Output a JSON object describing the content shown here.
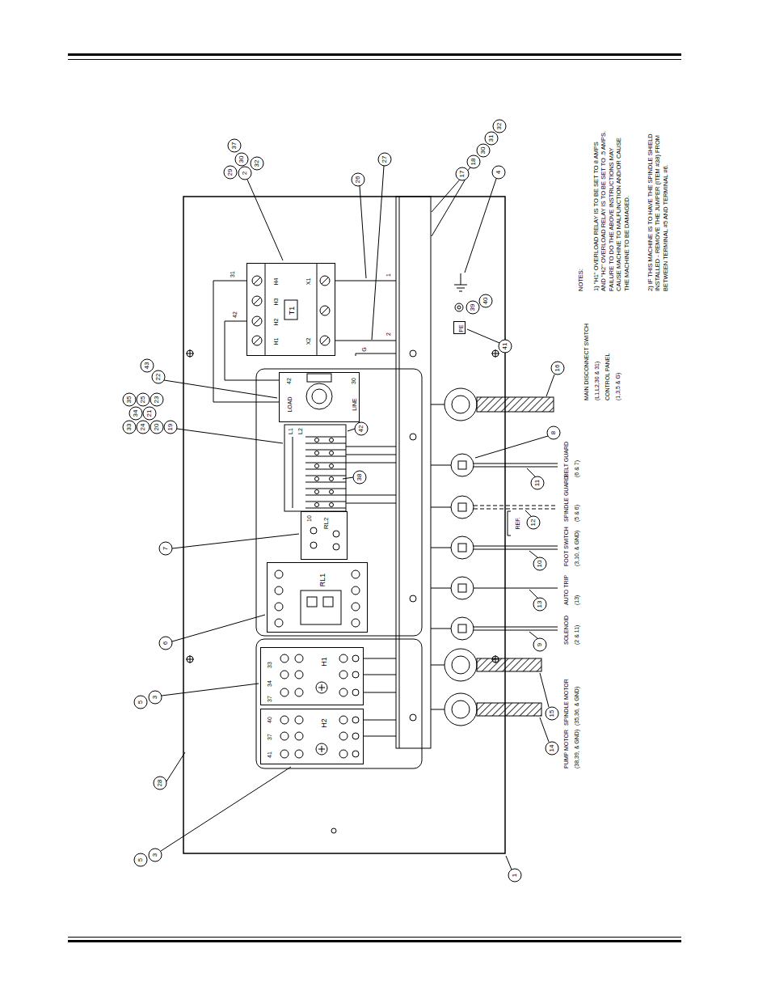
{
  "diagram": {
    "nodes": [
      {
        "text": [
          "T1",
          "H4",
          "H3",
          "H2",
          "H1",
          "X1",
          "X2"
        ]
      },
      {
        "text": [
          "LOAD",
          "LINE"
        ]
      },
      {
        "text": [
          "RL2"
        ]
      },
      {
        "text": [
          "RL1"
        ]
      },
      {
        "text": [
          "H1"
        ]
      },
      {
        "text": [
          "H2"
        ]
      },
      {
        "text": [
          "PE"
        ]
      }
    ],
    "edges": [
      {
        "from": 0,
        "to": 1,
        "arrow": "none"
      }
    ],
    "labels": [
      "37",
      "29",
      "30",
      "2",
      "32",
      "26",
      "27",
      "32",
      "31",
      "30",
      "18",
      "17",
      "4",
      "43",
      "22",
      "35",
      "25",
      "23",
      "34",
      "21",
      "33",
      "24",
      "20",
      "19",
      "42",
      "38",
      "8",
      "39",
      "40",
      "41",
      "16",
      "11",
      "12",
      "10",
      "13",
      "9",
      "15",
      "14",
      "7",
      "6",
      "5",
      "3",
      "28",
      "5",
      "3",
      "1",
      "REF.",
      "31",
      "42",
      "1",
      "2",
      "G",
      "42",
      "30",
      "L1",
      "L2",
      "10",
      "33",
      "34",
      "37",
      "40",
      "37",
      "41",
      "MAIN DISCONNECT SWITCH",
      "(L1,L2,30 & 31)",
      "CONTROL PANEL",
      "(1,3,5 & G)",
      "BELT GUARD",
      "(6 & 7)",
      "SPINDLE GUARD",
      "(5 & 6)",
      "FOOT SWITCH",
      "(3,10, & GND)",
      "AUTO TRIP",
      "(13)",
      "SOLENOID",
      "(2 & 11)",
      "SPINDLE MOTOR",
      "(35,36, & GND)",
      "PUMP MOTOR",
      "(38,39, & GND)",
      "NOTES:",
      "1) \"H1\" OVERLOAD RELAY IS TO BE SET TO 8 AMPS AND \"H2\" OVERLOAD RELAY IS TO BE SET TO .5 AMPS. FAILURE TO DO THE ABOVE INSTRUCTIONS MAY CAUSE MACHINE TO MALFUNCTION AND/OR CAUSE THE MACHINE TO BE DAMAGED.",
      "2) IF THIS MACHINE IS TO HAVE THE SPINDLE SHIELD INSTALLED - REMOVE THE JUMPER (ITEM #38) FROM BETWEEN TERMINAL #5 AND TERMINAL #6."
    ]
  }
}
